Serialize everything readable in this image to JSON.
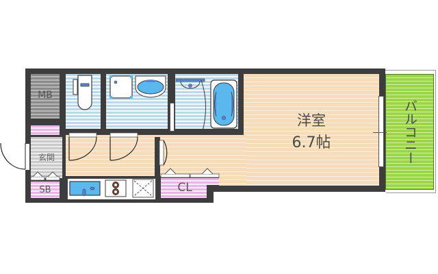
{
  "floorplan": {
    "rooms": {
      "western_room": {
        "name": "洋室",
        "size": "6.7帖"
      },
      "balcony": {
        "name": "バルコニー"
      },
      "meter_box": {
        "name": "MB"
      },
      "entrance": {
        "name": "玄関"
      },
      "shoe_box": {
        "name": "SB"
      },
      "closet": {
        "name": "CL"
      }
    },
    "fixtures": [
      "toilet",
      "washing-machine-space",
      "washbasin",
      "bathtub",
      "kitchen-sink",
      "stove",
      "refrigerator-space"
    ],
    "colors": {
      "wall": "#3d3d3d",
      "wood_floor": "#f6dcb8",
      "wet_floor": "#bcd9ea",
      "storage": "#e9b5e6",
      "balcony": "#9ad648",
      "fixture_blue": "#5bb8ee"
    }
  }
}
